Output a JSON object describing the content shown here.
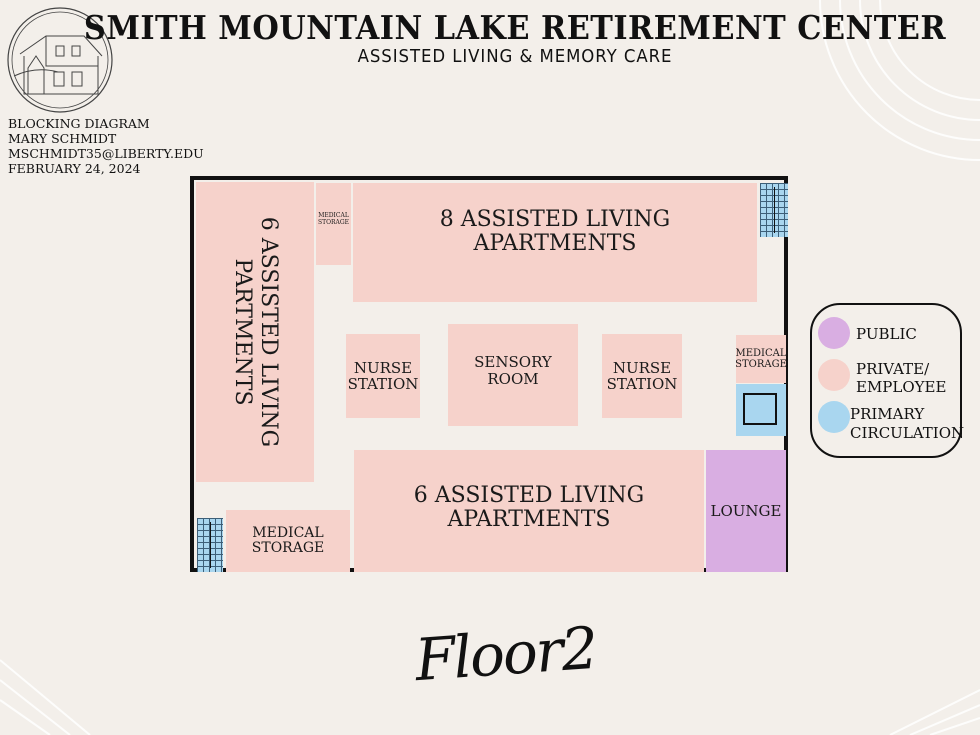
{
  "header": {
    "title": "SMITH MOUNTAIN LAKE RETIREMENT CENTER",
    "subtitle": "ASSISTED LIVING & MEMORY CARE"
  },
  "meta": {
    "line1": "BLOCKING DIAGRAM",
    "line2": "MARY SCHMIDT",
    "line3": "MSCHMIDT35@LIBERTY.EDU",
    "line4": "FEBRUARY 24, 2024"
  },
  "rooms": {
    "left_apartments_line1": "6 ASSISTED LIVING",
    "left_apartments_line2": "PARTMENTS",
    "top_storage_line1": "MEDICAL",
    "top_storage_line2": "STORAGE",
    "top_apartments_line1": "8 ASSISTED LIVING",
    "top_apartments_line2": "APARTMENTS",
    "nurse_left_line1": "NURSE",
    "nurse_left_line2": "STATION",
    "sensory_line1": "SENSORY",
    "sensory_line2": "ROOM",
    "nurse_right_line1": "NURSE",
    "nurse_right_line2": "STATION",
    "right_storage_line1": "MEDICAL",
    "right_storage_line2": "STORAGE",
    "bottom_apartments_line1": "6 ASSISTED LIVING",
    "bottom_apartments_line2": "APARTMENTS",
    "lounge": "LOUNGE",
    "bottom_storage_line1": "MEDICAL",
    "bottom_storage_line2": "STORAGE"
  },
  "legend": {
    "public": "PUBLIC",
    "private_line1": "PRIVATE/",
    "private_line2": "EMPLOYEE",
    "circulation_line1": "PRIMARY",
    "circulation_line2": "CIRCULATION",
    "colors": {
      "public": "#d9aee2",
      "private": "#f6d2cb",
      "circulation": "#a9d6ef"
    }
  },
  "floor_label": "Floor2"
}
